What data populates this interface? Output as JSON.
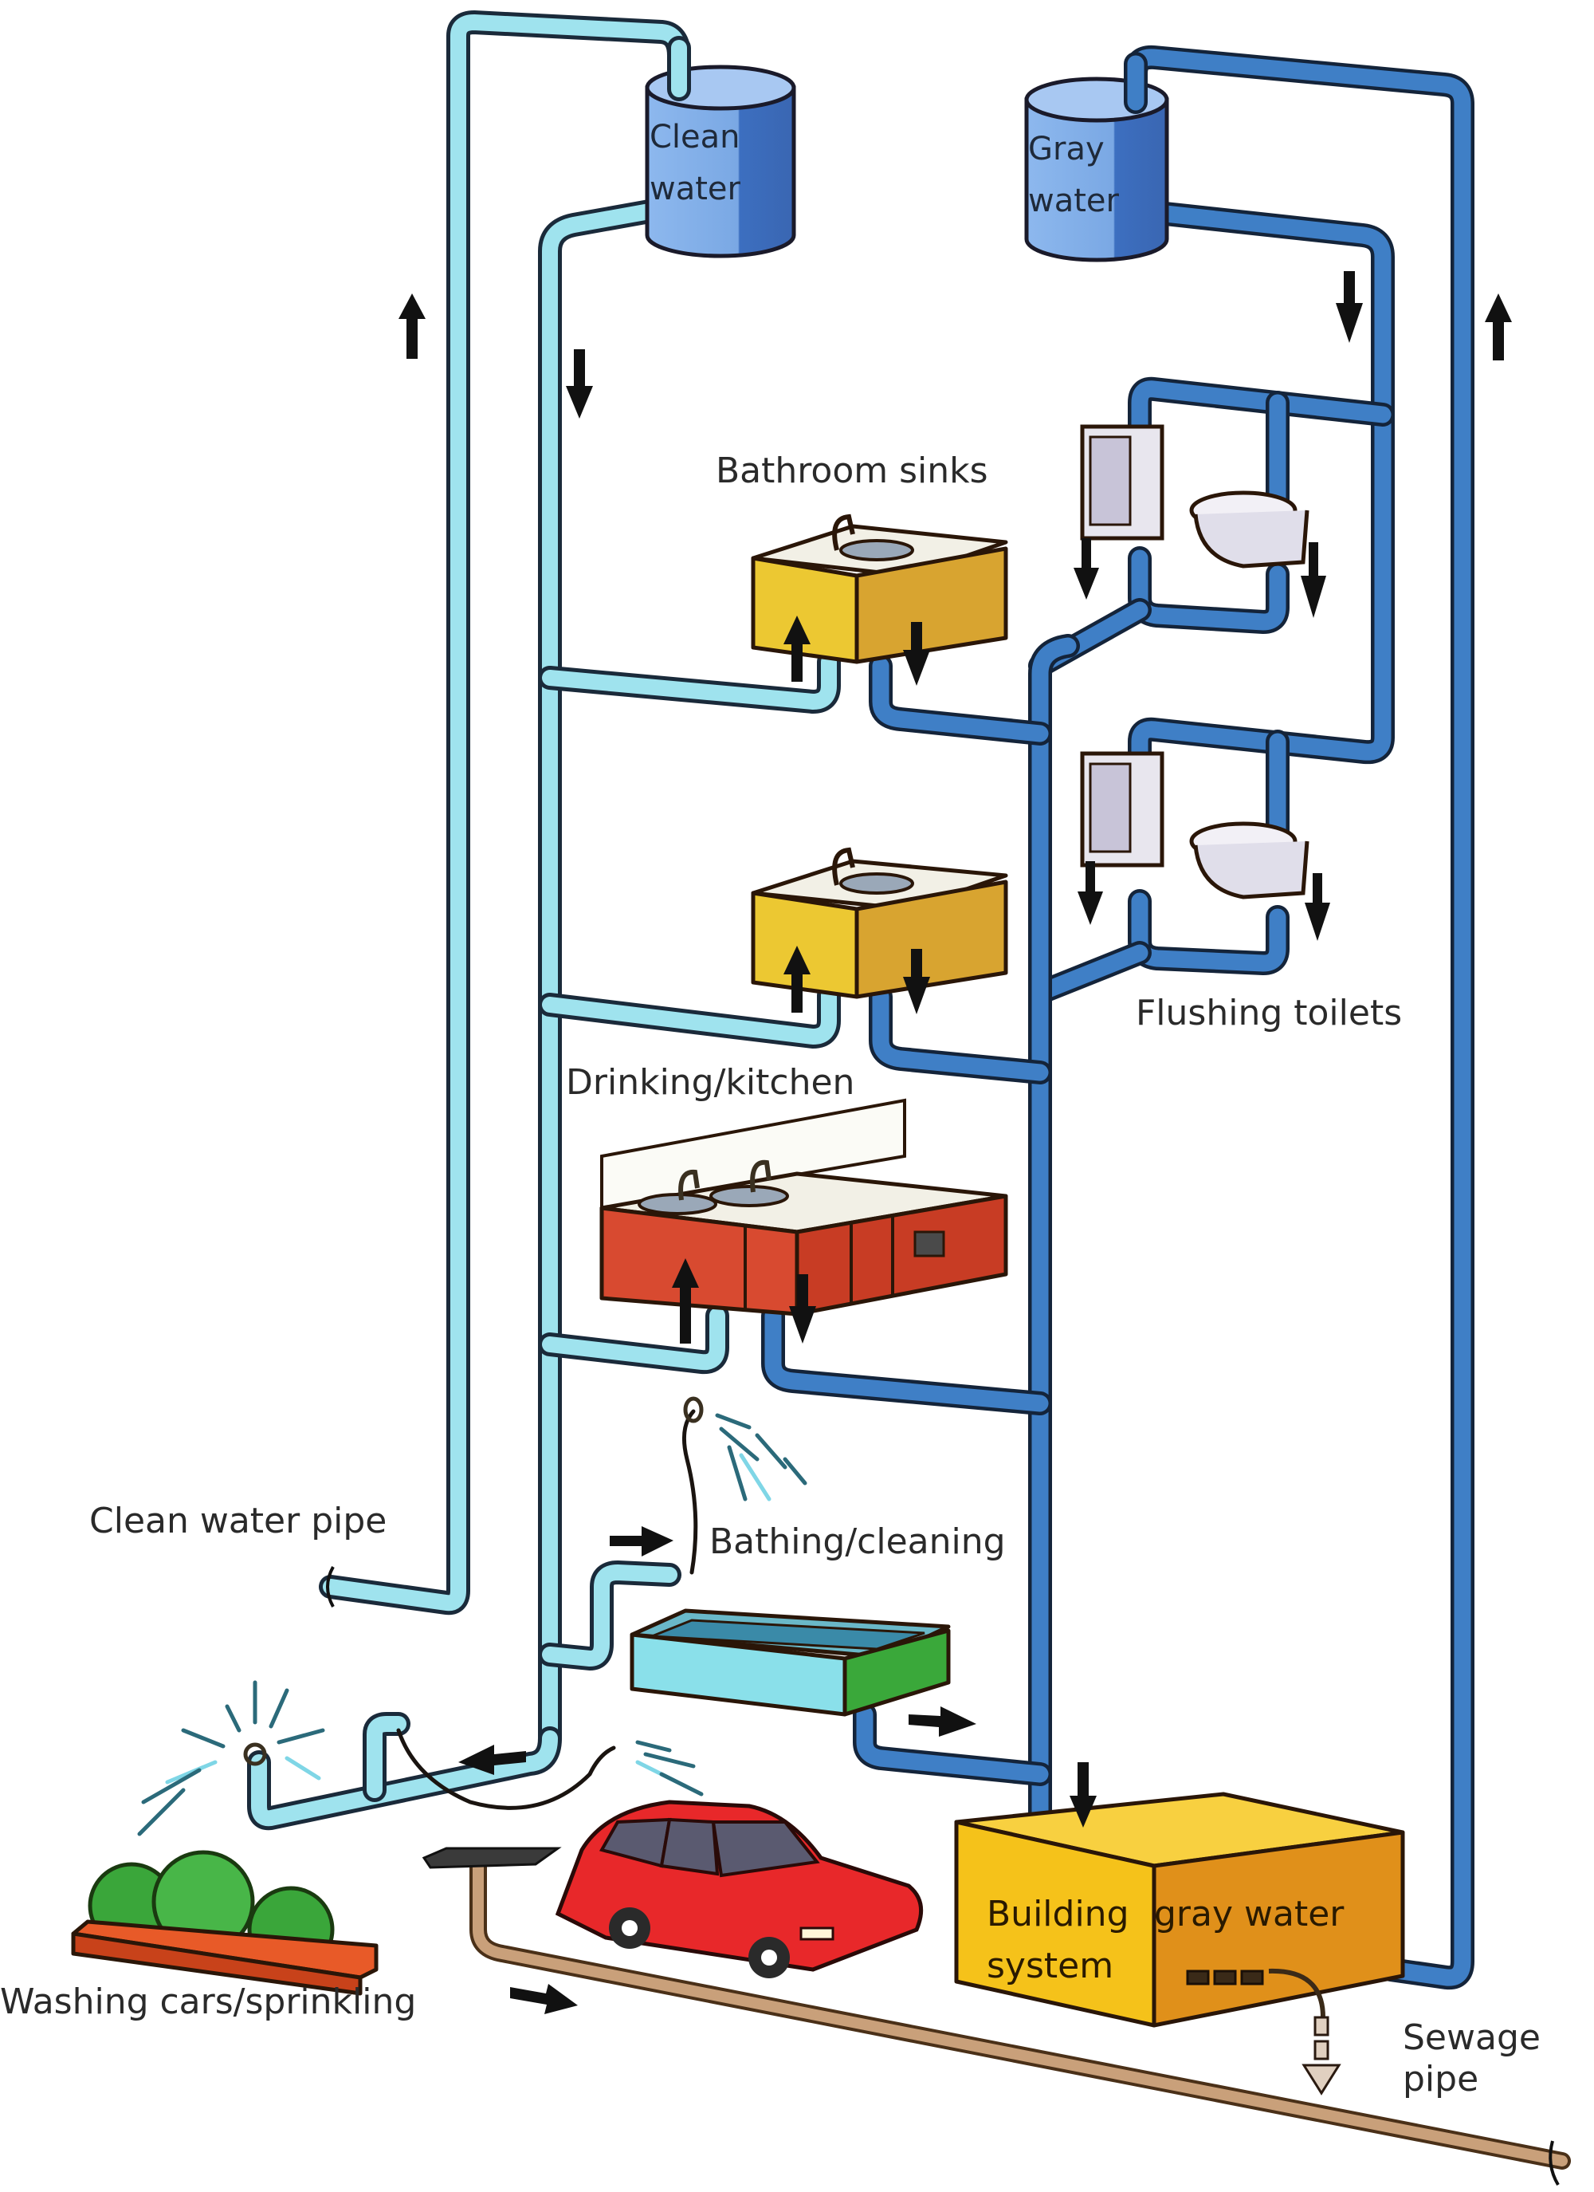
{
  "title": "Building gray water recycling system",
  "labels": {
    "clean_tank_line1": "Clean",
    "clean_tank_line2": "water",
    "gray_tank_line1": "Gray",
    "gray_tank_line2": "water",
    "bathroom_sinks": "Bathroom sinks",
    "flushing_toilets": "Flushing toilets",
    "drinking_kitchen": "Drinking/kitchen",
    "bathing_cleaning": "Bathing/cleaning",
    "clean_water_pipe": "Clean water pipe",
    "washing_sprinkling": "Washing cars/sprinkling",
    "gray_system_line1": "Building",
    "gray_system_line2": "gray water",
    "gray_system_line3": "system",
    "sewage_line1": "Sewage",
    "sewage_line2": "pipe"
  },
  "components": [
    {
      "id": "clean-water-tank",
      "kind": "tank"
    },
    {
      "id": "gray-water-tank",
      "kind": "tank"
    },
    {
      "id": "bathroom-sink-upper",
      "kind": "sink"
    },
    {
      "id": "bathroom-sink-lower",
      "kind": "sink"
    },
    {
      "id": "kitchen-counter",
      "kind": "kitchen"
    },
    {
      "id": "bathtub-shower",
      "kind": "bath"
    },
    {
      "id": "urinal-upper",
      "kind": "urinal"
    },
    {
      "id": "toilet-upper",
      "kind": "toilet"
    },
    {
      "id": "urinal-lower",
      "kind": "urinal"
    },
    {
      "id": "toilet-lower",
      "kind": "toilet"
    },
    {
      "id": "building-gray-water-system",
      "kind": "treatment-box"
    },
    {
      "id": "car",
      "kind": "car"
    },
    {
      "id": "hedge-planter",
      "kind": "plants"
    },
    {
      "id": "sprinkler",
      "kind": "sprinkler"
    }
  ],
  "flows": [
    {
      "from": "clean water pipe",
      "to": "clean water tank",
      "direction": "up"
    },
    {
      "from": "clean water tank",
      "to": "sinks, kitchen, bath",
      "direction": "down"
    },
    {
      "from": "sinks/kitchen/bath drains",
      "to": "building gray water system",
      "direction": "down"
    },
    {
      "from": "building gray water system",
      "to": "gray water tank",
      "direction": "up"
    },
    {
      "from": "gray water tank",
      "to": "flushing toilets",
      "direction": "down"
    },
    {
      "from": "clean water branch",
      "to": "washing cars/sprinkling",
      "direction": "left"
    },
    {
      "from": "building gray water system",
      "to": "sewage pipe",
      "direction": "down"
    },
    {
      "from": "street drain",
      "to": "sewage pipe",
      "direction": "right"
    }
  ],
  "colors": {
    "clean_pipe": "#9fe3ee",
    "gray_pipe": "#3f7fc6",
    "sewage_pipe": "#c9a07a",
    "tank": "#6a9ad8",
    "sink_cabinet": "#e8c02a",
    "kitchen_cabinet": "#d8402a",
    "bathtub": "#4ab84a",
    "gray_system_box": "#f5c21a",
    "car": "#e82a2a",
    "hedge": "#3aa63a"
  }
}
